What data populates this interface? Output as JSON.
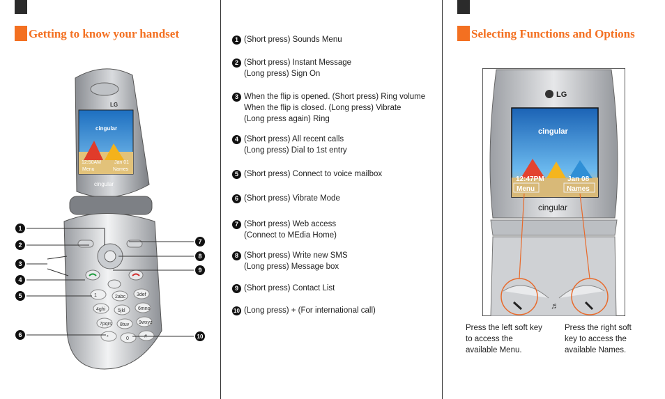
{
  "left_page": {
    "heading": "Getting to know your handset",
    "screen": {
      "carrier": "cingular",
      "time": "12:50AM",
      "date": "Jan 01",
      "left_soft": "Menu",
      "right_soft": "Names",
      "logo": "LG",
      "brand": "cingular"
    },
    "callouts": [
      "1",
      "2",
      "3",
      "4",
      "5",
      "6",
      "7",
      "8",
      "9",
      "10"
    ],
    "keypad": [
      "1",
      "2abc",
      "3def",
      "4ghi",
      "5jkl",
      "6mno",
      "7pqrs",
      "8tuv",
      "9wxyz",
      "*",
      "0",
      "#"
    ]
  },
  "middle": {
    "items": [
      {
        "num": "1",
        "lines": [
          "(Short press) Sounds Menu"
        ]
      },
      {
        "num": "2",
        "lines": [
          "(Short press) Instant Message",
          "(Long press) Sign On"
        ]
      },
      {
        "num": "3",
        "lines": [
          "When the flip is opened. (Short press) Ring volume",
          "When the flip is closed. (Long press) Vibrate",
          "(Long press again) Ring"
        ]
      },
      {
        "num": "4",
        "lines": [
          "(Short press) All recent calls",
          "(Long press) Dial to 1st entry"
        ]
      },
      {
        "num": "5",
        "lines": [
          "(Short press) Connect to voice mailbox"
        ]
      },
      {
        "num": "6",
        "lines": [
          "(Short press) Vibrate Mode"
        ]
      },
      {
        "num": "7",
        "lines": [
          "(Short press) Web access",
          "(Connect to MEdia Home)"
        ]
      },
      {
        "num": "8",
        "lines": [
          "(Short press) Write new SMS",
          "(Long press) Message box"
        ]
      },
      {
        "num": "9",
        "lines": [
          "(Short press) Contact List"
        ]
      },
      {
        "num": "10",
        "lines": [
          "(Long press) + (For international call)"
        ]
      }
    ]
  },
  "right_page": {
    "heading": "Selecting Functions and Options",
    "screen": {
      "logo": "LG",
      "carrier": "cingular",
      "time": "12:47PM",
      "date": "Jan 08",
      "left_soft": "Menu",
      "right_soft": "Names",
      "brand": "cingular"
    },
    "caption_left": [
      "Press the left soft key",
      "to access the",
      "available Menu."
    ],
    "caption_right": [
      "Press the right soft",
      "key to access the",
      "available Names."
    ]
  }
}
